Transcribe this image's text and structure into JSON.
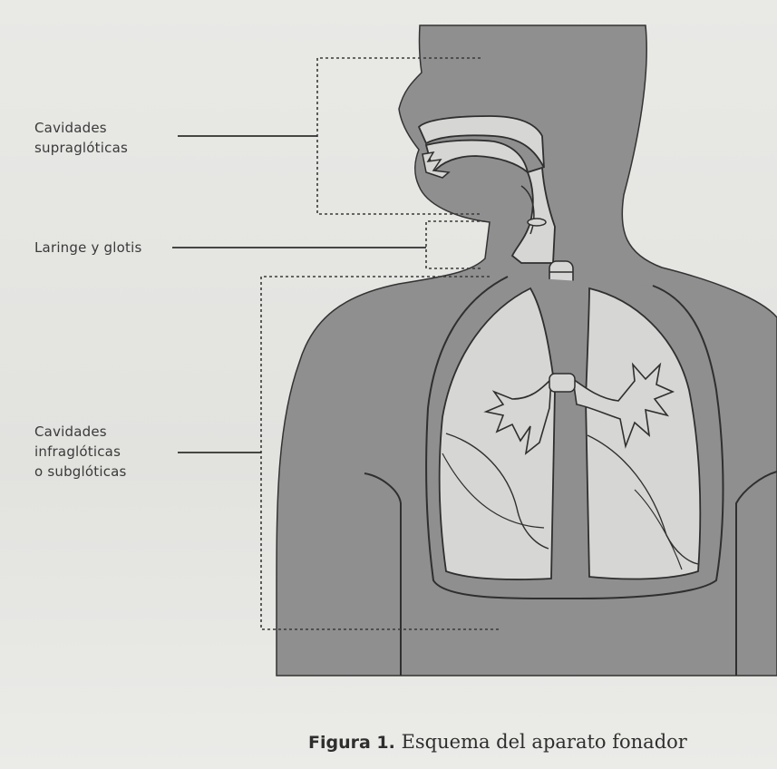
{
  "labels": {
    "supraglottic": [
      "Cavidades",
      "supraglóticas"
    ],
    "larynx": "Laringe y glotis",
    "infraglottic": [
      "Cavidades",
      "infraglóticas",
      "o subglóticas"
    ]
  },
  "caption": {
    "figure_number": "Figura 1.",
    "text": "Esquema del aparato fonador"
  },
  "colors": {
    "body_fill": "#8f8f8f",
    "cavity_fill": "#d6d6d4",
    "outline": "#2f2f2f",
    "paper": "#e6e6e3"
  }
}
